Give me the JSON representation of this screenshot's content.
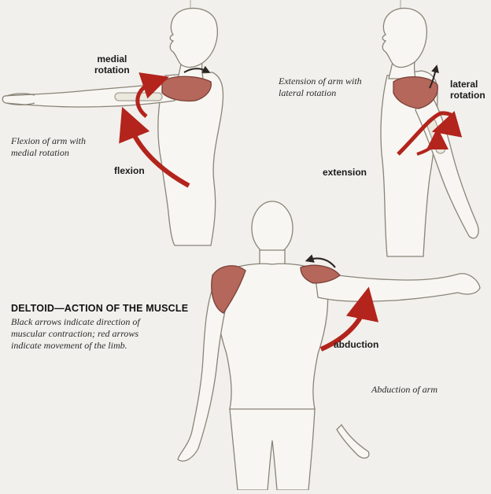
{
  "labels": {
    "medial_rotation": [
      "medial",
      "rotation"
    ],
    "flexion": "flexion",
    "extension": "extension",
    "lateral_rotation": [
      "lateral",
      "rotation"
    ],
    "abduction": "abduction"
  },
  "captions": {
    "flexion": [
      "Flexion of arm with",
      "medial rotation"
    ],
    "extension": [
      "Extension of arm with",
      "lateral rotation"
    ],
    "abduction": "Abduction of arm"
  },
  "legend": {
    "title": "DELTOID—ACTION OF THE MUSCLE",
    "text": [
      "Black arrows indicate direction of",
      "muscular contraction; red arrows",
      "indicate movement of the limb."
    ]
  },
  "colors": {
    "background": "#f1f0ec",
    "outline": "#8a8478",
    "skin": "#f7f6f2",
    "muscle": "#b4675a",
    "red_arrow": "#b3241c",
    "black_arrow": "#2b2523"
  }
}
